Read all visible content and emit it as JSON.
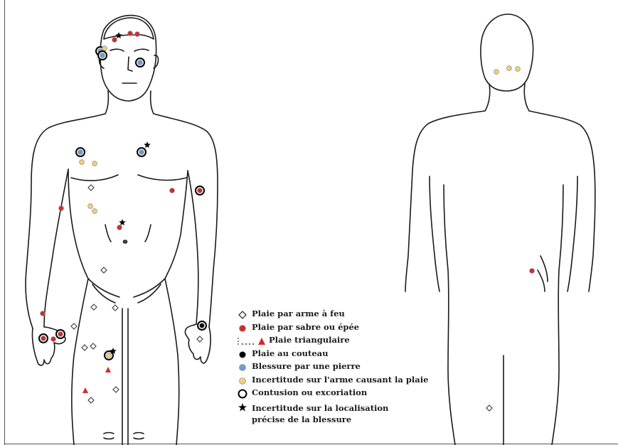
{
  "colors": {
    "outline": "#1a1a1a",
    "red": "#d42a2a",
    "blue": "#6f9bd1",
    "yellow": "#f2cf7a",
    "black": "#000000",
    "diamond_fill": "#ffffff"
  },
  "legend": {
    "items": [
      {
        "marker": "diamond",
        "text": "Plaie par arme  à feu"
      },
      {
        "marker": "red-dot",
        "text": "Plaie par sabre ou épée"
      },
      {
        "marker": "triangle",
        "text": "Plaie triangulaire"
      },
      {
        "marker": "black-dot",
        "text": "Plaie au couteau"
      },
      {
        "marker": "blue-dot",
        "text": "Blessure par une pierre"
      },
      {
        "marker": "yellow-dot",
        "text": "Incertitude sur l'arme  causant la plaie"
      },
      {
        "marker": "ring",
        "text": "Contusion ou excoriation"
      },
      {
        "marker": "star",
        "text": "Incertitude sur la localisation précise de la blessure"
      }
    ]
  }
}
